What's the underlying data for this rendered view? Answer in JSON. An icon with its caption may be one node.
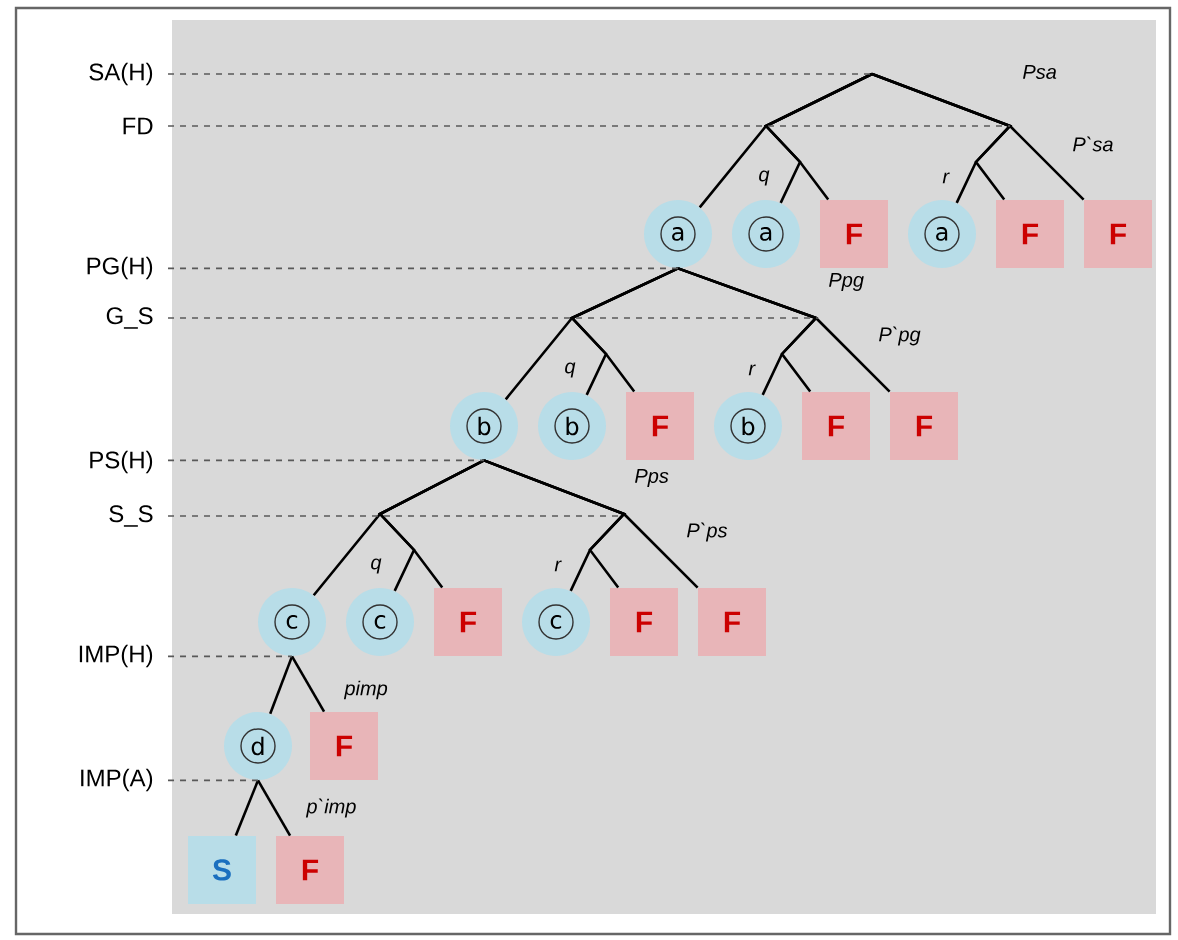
{
  "diagram": {
    "nodes": [
      {
        "text": [
          "a"
        ]
      },
      {
        "text": [
          "a"
        ]
      },
      {
        "text": [
          "F"
        ]
      },
      {
        "text": [
          "a"
        ]
      },
      {
        "text": [
          "F"
        ]
      },
      {
        "text": [
          "F"
        ]
      },
      {
        "text": [
          "b"
        ]
      },
      {
        "text": [
          "b"
        ]
      },
      {
        "text": [
          "F"
        ]
      },
      {
        "text": [
          "b"
        ]
      },
      {
        "text": [
          "F"
        ]
      },
      {
        "text": [
          "F"
        ]
      },
      {
        "text": [
          "c"
        ]
      },
      {
        "text": [
          "c"
        ]
      },
      {
        "text": [
          "F"
        ]
      },
      {
        "text": [
          "c"
        ]
      },
      {
        "text": [
          "F"
        ]
      },
      {
        "text": [
          "F"
        ]
      },
      {
        "text": [
          "d"
        ]
      },
      {
        "text": [
          "F"
        ]
      },
      {
        "text": [
          "S"
        ]
      },
      {
        "text": [
          "F"
        ]
      },
      {
        "text": [
          "SA(H)"
        ]
      },
      {
        "text": [
          "FD"
        ]
      },
      {
        "text": [
          "PG(H)"
        ]
      },
      {
        "text": [
          "G_S"
        ]
      },
      {
        "text": [
          "PS(H)"
        ]
      },
      {
        "text": [
          "S_S"
        ]
      },
      {
        "text": [
          "IMP(H)"
        ]
      },
      {
        "text": [
          "IMP(A)"
        ]
      }
    ],
    "edges": [
      {
        "from": null,
        "to": 0,
        "arrow": "none"
      },
      {
        "from": null,
        "to": 1,
        "arrow": "none"
      },
      {
        "from": null,
        "to": 2,
        "arrow": "none"
      },
      {
        "from": null,
        "to": 3,
        "arrow": "none"
      },
      {
        "from": null,
        "to": 4,
        "arrow": "none"
      },
      {
        "from": null,
        "to": 5,
        "arrow": "none"
      },
      {
        "from": 0,
        "to": 6,
        "arrow": "none"
      },
      {
        "from": 0,
        "to": 7,
        "arrow": "none"
      },
      {
        "from": 0,
        "to": 8,
        "arrow": "none"
      },
      {
        "from": 0,
        "to": 9,
        "arrow": "none"
      },
      {
        "from": 0,
        "to": 10,
        "arrow": "none"
      },
      {
        "from": 0,
        "to": 11,
        "arrow": "none"
      },
      {
        "from": 6,
        "to": 12,
        "arrow": "none"
      },
      {
        "from": 6,
        "to": 13,
        "arrow": "none"
      },
      {
        "from": 6,
        "to": 14,
        "arrow": "none"
      },
      {
        "from": 6,
        "to": 15,
        "arrow": "none"
      },
      {
        "from": 6,
        "to": 16,
        "arrow": "none"
      },
      {
        "from": 6,
        "to": 17,
        "arrow": "none"
      },
      {
        "from": 12,
        "to": 18,
        "arrow": "none"
      },
      {
        "from": 12,
        "to": 19,
        "arrow": "none"
      },
      {
        "from": 18,
        "to": 20,
        "arrow": "none"
      },
      {
        "from": 18,
        "to": 21,
        "arrow": "none"
      },
      {
        "from": 22,
        "to": null,
        "arrow": "none",
        "style": "dashed",
        "color": "#595959"
      },
      {
        "from": 23,
        "to": null,
        "arrow": "none",
        "style": "dashed",
        "color": "#595959"
      },
      {
        "from": 24,
        "to": 0,
        "arrow": "none",
        "style": "dashed",
        "color": "#595959"
      },
      {
        "from": 25,
        "to": null,
        "arrow": "none",
        "style": "dashed",
        "color": "#595959"
      },
      {
        "from": 26,
        "to": 6,
        "arrow": "none",
        "style": "dashed",
        "color": "#595959"
      },
      {
        "from": 27,
        "to": null,
        "arrow": "none",
        "style": "dashed",
        "color": "#595959"
      },
      {
        "from": 28,
        "to": 12,
        "arrow": "none",
        "style": "dashed",
        "color": "#595959"
      },
      {
        "from": 29,
        "to": 18,
        "arrow": "none",
        "style": "dashed",
        "color": "#595959"
      }
    ],
    "labels": [
      "Psa",
      "P`sa",
      "q",
      "r",
      "Ppg",
      "P`pg",
      "q",
      "r",
      "Pps",
      "P`ps",
      "q",
      "r",
      "pimp",
      "p`imp"
    ]
  }
}
